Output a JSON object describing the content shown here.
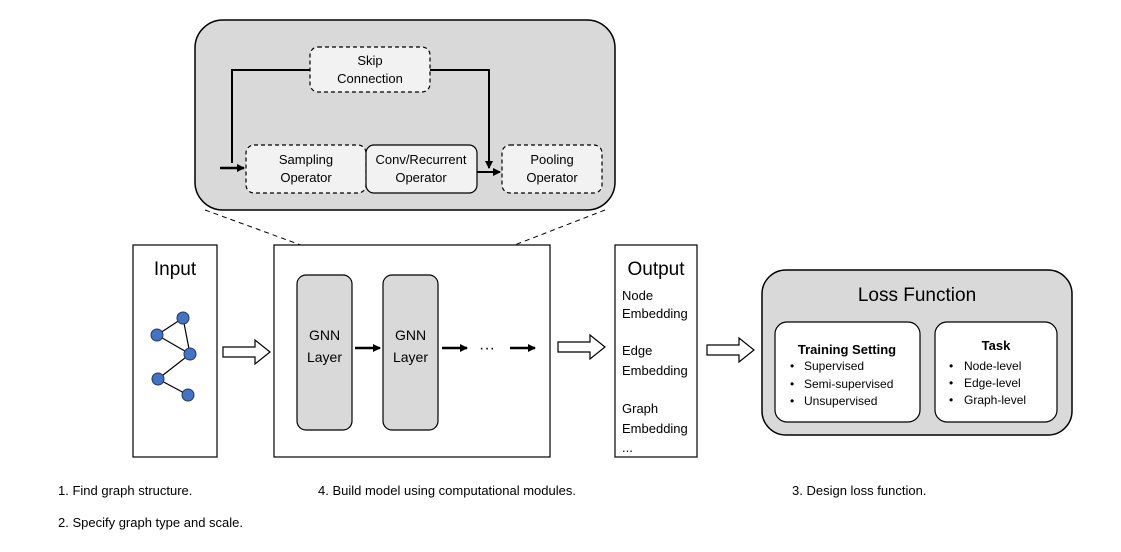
{
  "zoom": {
    "skip_connection": [
      "Skip",
      "Connection"
    ],
    "sampling_operator": [
      "Sampling",
      "Operator"
    ],
    "conv_operator": [
      "Conv/Recurrent",
      "Operator"
    ],
    "pooling_operator": [
      "Pooling",
      "Operator"
    ]
  },
  "input": {
    "title": "Input"
  },
  "model": {
    "layer1": [
      "GNN",
      "Layer"
    ],
    "layer2": [
      "GNN",
      "Layer"
    ],
    "ellipsis": "···"
  },
  "output": {
    "title": "Output",
    "node": [
      "Node",
      "Embedding"
    ],
    "edge": [
      "Edge",
      "Embedding"
    ],
    "graph": [
      "Graph",
      "Embedding"
    ],
    "more": "..."
  },
  "loss": {
    "title": "Loss Function",
    "training": {
      "title": "Training Setting",
      "items": [
        "Supervised",
        "Semi-supervised",
        "Unsupervised"
      ]
    },
    "task": {
      "title": "Task",
      "items": [
        "Node-level",
        "Edge-level",
        "Graph-level"
      ]
    }
  },
  "captions": {
    "step1": "1. Find graph structure.",
    "step2": "2. Specify graph type and scale.",
    "step4": "4. Build model using computational modules.",
    "step3": "3. Design loss function."
  },
  "colors": {
    "panel_gray": "#d9d9d9",
    "module_fill": "#f2f2f2",
    "node_fill": "#4472c4",
    "node_stroke": "#1f3864"
  }
}
